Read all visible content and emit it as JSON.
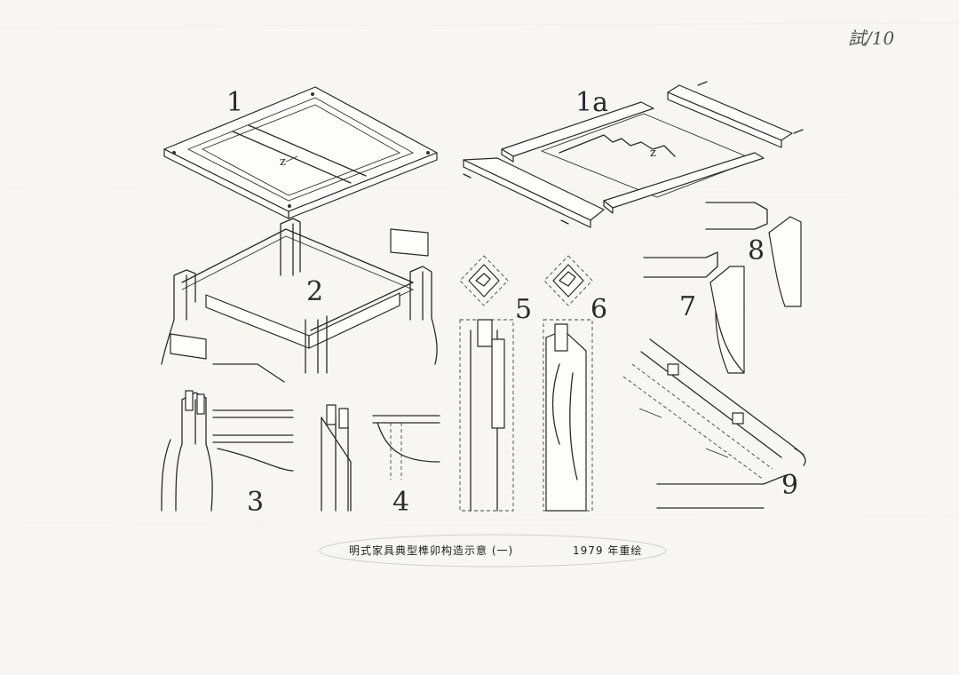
{
  "corner_note": "試/10",
  "figure_numbers": {
    "n1": "1",
    "n1a": "1a",
    "n2": "2",
    "n3": "3",
    "n4": "4",
    "n5": "5",
    "n6": "6",
    "n7": "7",
    "n8": "8",
    "n9": "9"
  },
  "z_markers": {
    "z1": "z",
    "z1a": "z"
  },
  "caption": {
    "title": "明式家具典型榫卯构造示意 (一)",
    "year_note": "1979 年重绘"
  }
}
